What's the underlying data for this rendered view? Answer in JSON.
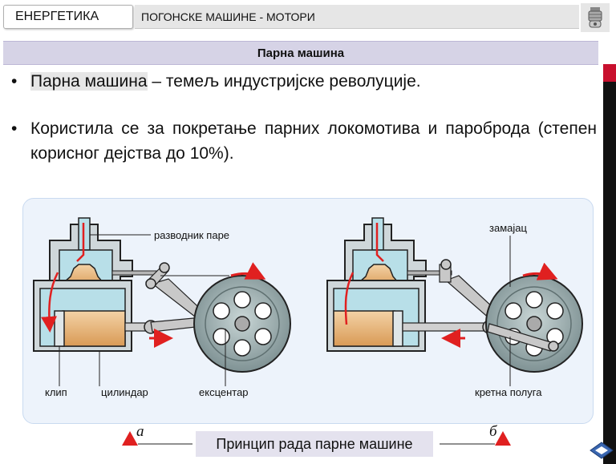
{
  "header": {
    "tab_label": "ЕНЕРГЕТИКА",
    "subject": "ПОГОНСКЕ МАШИНЕ - МОТОРИ",
    "icon": "engine-icon"
  },
  "slide": {
    "title": "Парна машина",
    "bullet1_term": "Парна машина",
    "bullet1_rest": " – темељ индустријске револуције.",
    "bullet2": "Користила се за покретање парних локомотива и пароброда (степен корисног дејства до 10%)."
  },
  "diagram": {
    "labels": {
      "steam_distributor": "разводник паре",
      "valve": "клип",
      "cylinder": "цилиндар",
      "eccentric": "ексцентар",
      "flywheel": "замајац",
      "connecting_rod": "кретна полуга"
    },
    "marker_a": "а",
    "marker_b": "б",
    "caption": "Принцип рада парне машине"
  },
  "colors": {
    "title_bar": "#d6d3e6",
    "piston": "#e8b57a",
    "steam_red": "#e02020",
    "cylinder_blue": "#b8dfe8",
    "flywheel": "#9fb1b3"
  }
}
